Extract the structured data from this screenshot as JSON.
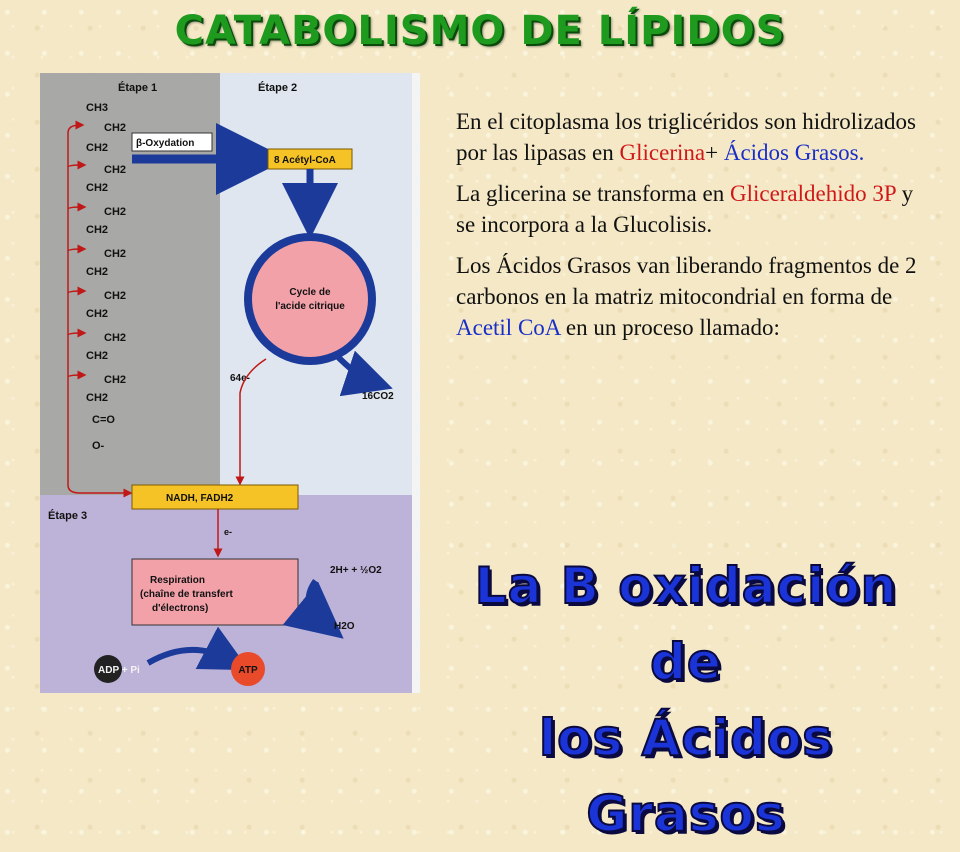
{
  "title": "CATABOLISMO  DE LÍPIDOS",
  "diagram": {
    "stage1": "Étape 1",
    "stage2": "Étape 2",
    "stage3": "Étape 3",
    "chain": {
      "ch3": "CH3",
      "ch2": "CH2",
      "co": "C=O",
      "o_minus": "O-"
    },
    "beta_oxidation": "β-Oxydation",
    "acetyl_coa": "8 Acétyl-CoA",
    "cycle_line1": "Cycle de",
    "cycle_line2": "l'acide citrique",
    "electrons_64": "64e-",
    "co2": "16CO2",
    "nadh": "NADH, FADH2",
    "electron": "e-",
    "respiration_line1": "Respiration",
    "respiration_line2": "(chaîne de transfert",
    "respiration_line3": "d'électrons)",
    "oxygen": "2H+ + ½O2",
    "water": "H2O",
    "adp": "ADP + Pi",
    "atp": "ATP"
  },
  "paragraphs": {
    "p1_a": "En el citoplasma los triglicéridos son hidrolizados por las lipasas en ",
    "p1_red": "Glicerina",
    "p1_plus": "+ ",
    "p1_blue": "Ácidos Grasos.",
    "p2_a": "La glicerina se transforma en ",
    "p2_red": "Gliceraldehido 3P",
    "p2_b": " y se incorpora a la Glucolisis.",
    "p3_a": "Los Ácidos Grasos van liberando fragmentos de 2 carbonos en la matriz mitocondrial  en forma de ",
    "p3_blue": "Acetil CoA",
    "p3_b": " en un proceso llamado:"
  },
  "subtitle_line1": "La B oxidación de",
  "subtitle_line2": "los Ácidos Grasos",
  "colors": {
    "title": "#1e9a1e",
    "subtitle": "#1a34d8",
    "stage1_bg": "#a8a8a6",
    "stage2_bg": "#dfe6ef",
    "stage3_bg": "#bdb3d8",
    "yellow_box": "#f6c326",
    "pink": "#f2a1a9",
    "arrow_blue": "#1b3a9a",
    "arrow_red": "#c01818"
  }
}
